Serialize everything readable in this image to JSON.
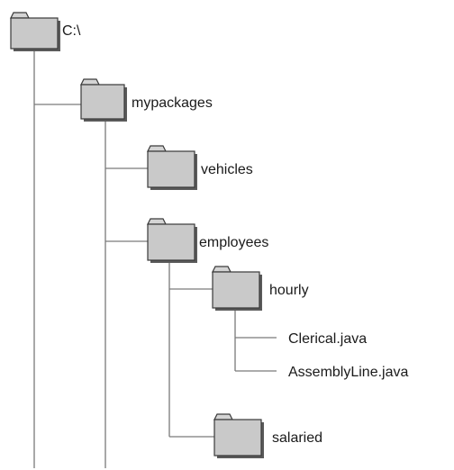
{
  "tree": {
    "root": {
      "label": "C:\\",
      "icon": "folder-icon"
    },
    "mypackages": {
      "label": "mypackages",
      "icon": "folder-icon"
    },
    "vehicles": {
      "label": "vehicles",
      "icon": "folder-icon"
    },
    "employees": {
      "label": "employees",
      "icon": "folder-icon"
    },
    "hourly": {
      "label": "hourly",
      "icon": "folder-icon"
    },
    "clerical": {
      "label": "Clerical.java"
    },
    "assemblyline": {
      "label": "AssemblyLine.java"
    },
    "salaried": {
      "label": "salaried",
      "icon": "folder-icon"
    }
  },
  "colors": {
    "line": "#7a7a7a",
    "folder_fill": "#c9c9c9",
    "folder_outline": "#3a3a3a",
    "text": "#1a1a1a"
  }
}
